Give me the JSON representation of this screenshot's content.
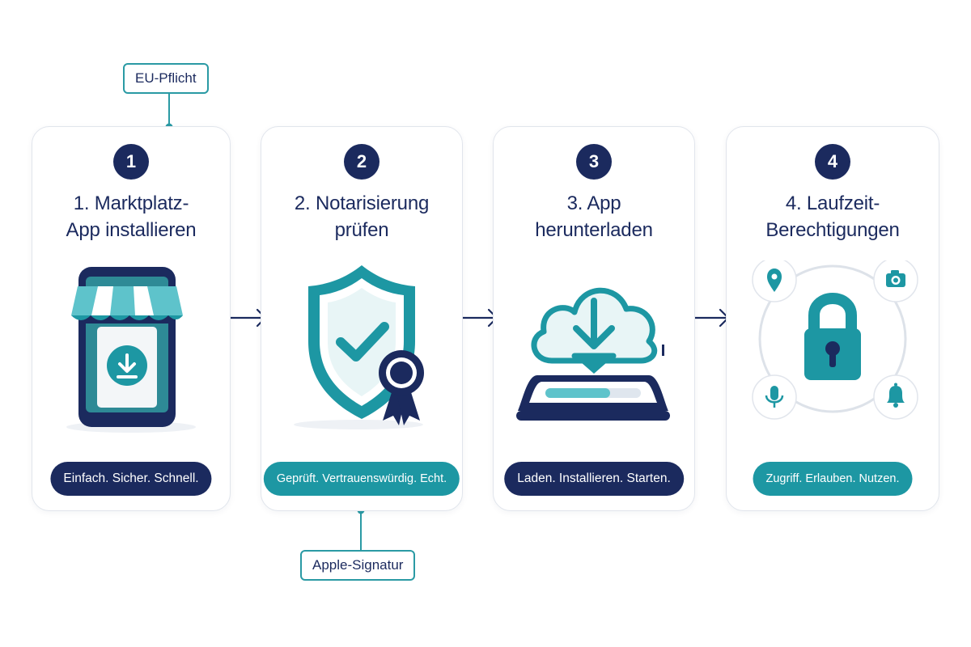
{
  "steps": [
    {
      "number": "1",
      "title_lines": [
        "1. Marktplatz-",
        "App installieren"
      ],
      "tagline": "Einfach. Sicher. Schnell.",
      "pill_color": "#1b2a5e",
      "icons": [
        "smartphone-icon",
        "store-awning-icon",
        "download-icon"
      ]
    },
    {
      "number": "2",
      "title_lines": [
        "2. Notarisierung",
        "prüfen"
      ],
      "tagline": "Geprüft. Vertrauenswürdig. Echt.",
      "pill_color": "#1d97a3",
      "icons": [
        "shield-check-icon",
        "award-ribbon-icon"
      ]
    },
    {
      "number": "3",
      "title_lines": [
        "3. App",
        "herunterladen"
      ],
      "tagline": "Laden. Installieren. Starten.",
      "pill_color": "#1b2a5e",
      "icons": [
        "cloud-download-icon",
        "laptop-progress-icon"
      ]
    },
    {
      "number": "4",
      "title_lines": [
        "4. Laufzeit-",
        "Berechtigungen"
      ],
      "tagline": "Zugriff. Erlauben. Nutzen.",
      "pill_color": "#1d97a3",
      "icons": [
        "padlock-icon",
        "location-pin-icon",
        "camera-icon",
        "microphone-icon",
        "bell-icon"
      ]
    }
  ],
  "annotations": {
    "eu": "EU-Pflicht",
    "apple": "Apple-Signatur"
  },
  "colors": {
    "navy": "#1b2a5e",
    "teal": "#1d97a3",
    "teal_light": "#5ec3cb",
    "card_border": "#e1e5ec"
  }
}
